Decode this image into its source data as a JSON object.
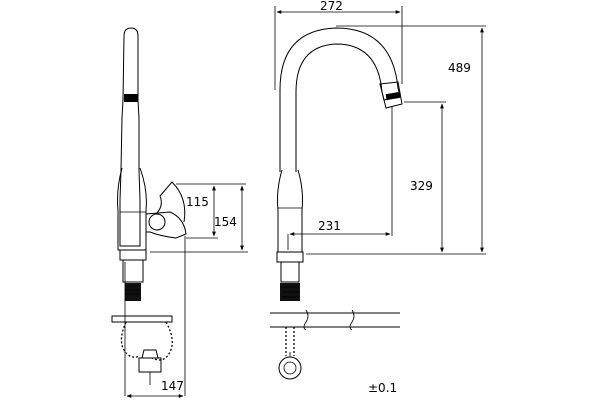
{
  "dimensions": {
    "side_width": "147",
    "handle_height": "115",
    "base_height": "154",
    "top_width": "272",
    "total_height": "489",
    "outlet_height": "329",
    "reach": "231"
  },
  "tolerance": "±0.1"
}
